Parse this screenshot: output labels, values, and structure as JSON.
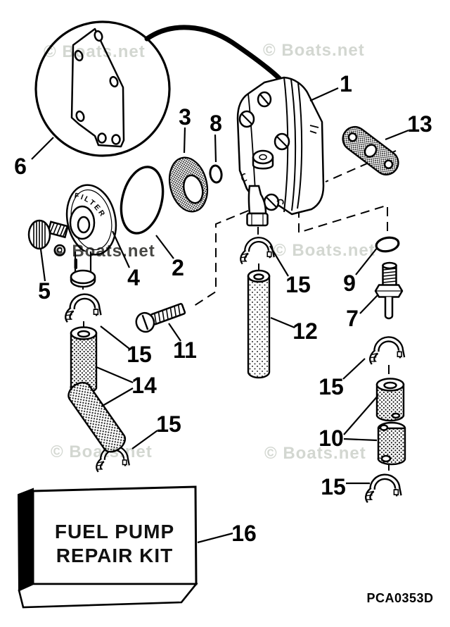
{
  "diagram": {
    "watermark": "© Boats.net",
    "part_code": "PCA0353D",
    "filter_label": "FILTER",
    "kit_box": {
      "line1": "FUEL PUMP",
      "line2": "REPAIR KIT"
    },
    "callouts": {
      "c1": "1",
      "c2": "2",
      "c3": "3",
      "c4": "4",
      "c5": "5",
      "c6": "6",
      "c7": "7",
      "c8": "8",
      "c9": "9",
      "c10": "10",
      "c11": "11",
      "c12": "12",
      "c13": "13",
      "c14": "14",
      "c15": "15",
      "c16": "16"
    }
  }
}
